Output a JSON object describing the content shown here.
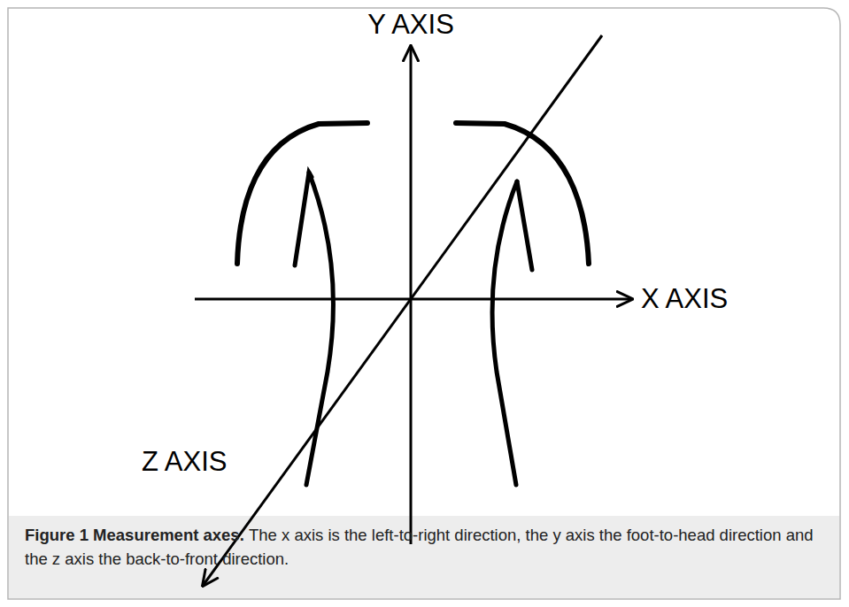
{
  "diagram": {
    "title": "Figure 1 Measurement axes.",
    "caption": "The x axis is the left-to-right direction, the y axis the foot-to-head direction and the z axis the back-to-front direction.",
    "labels": [
      "Y AXIS",
      "X AXIS",
      "Z AXIS"
    ]
  }
}
